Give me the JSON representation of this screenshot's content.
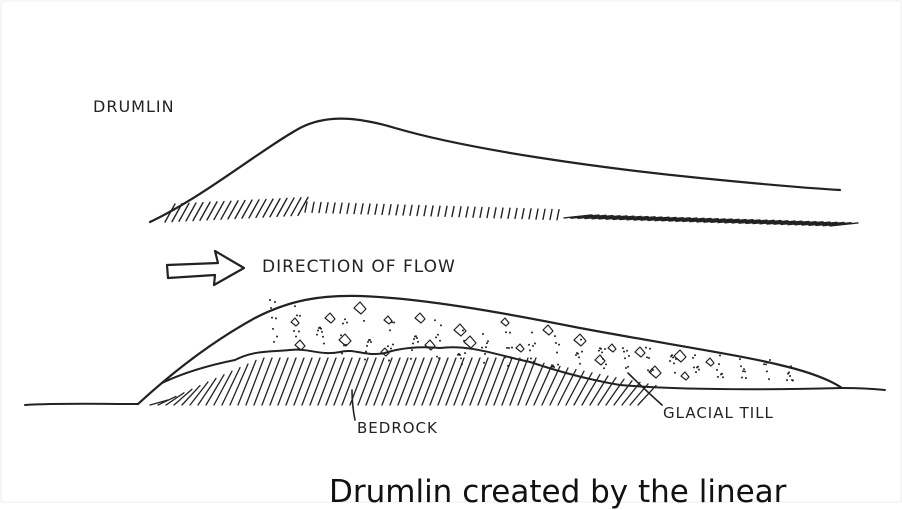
{
  "labels": {
    "drumlin": "DRUMLIN",
    "direction": "DIRECTION OF FLOW",
    "bedrock": "BEDROCK",
    "till": "GLACIAL TILL"
  },
  "caption": "Drumlin created by the linear",
  "colors": {
    "ink": "#222222",
    "background": "#ffffff"
  }
}
